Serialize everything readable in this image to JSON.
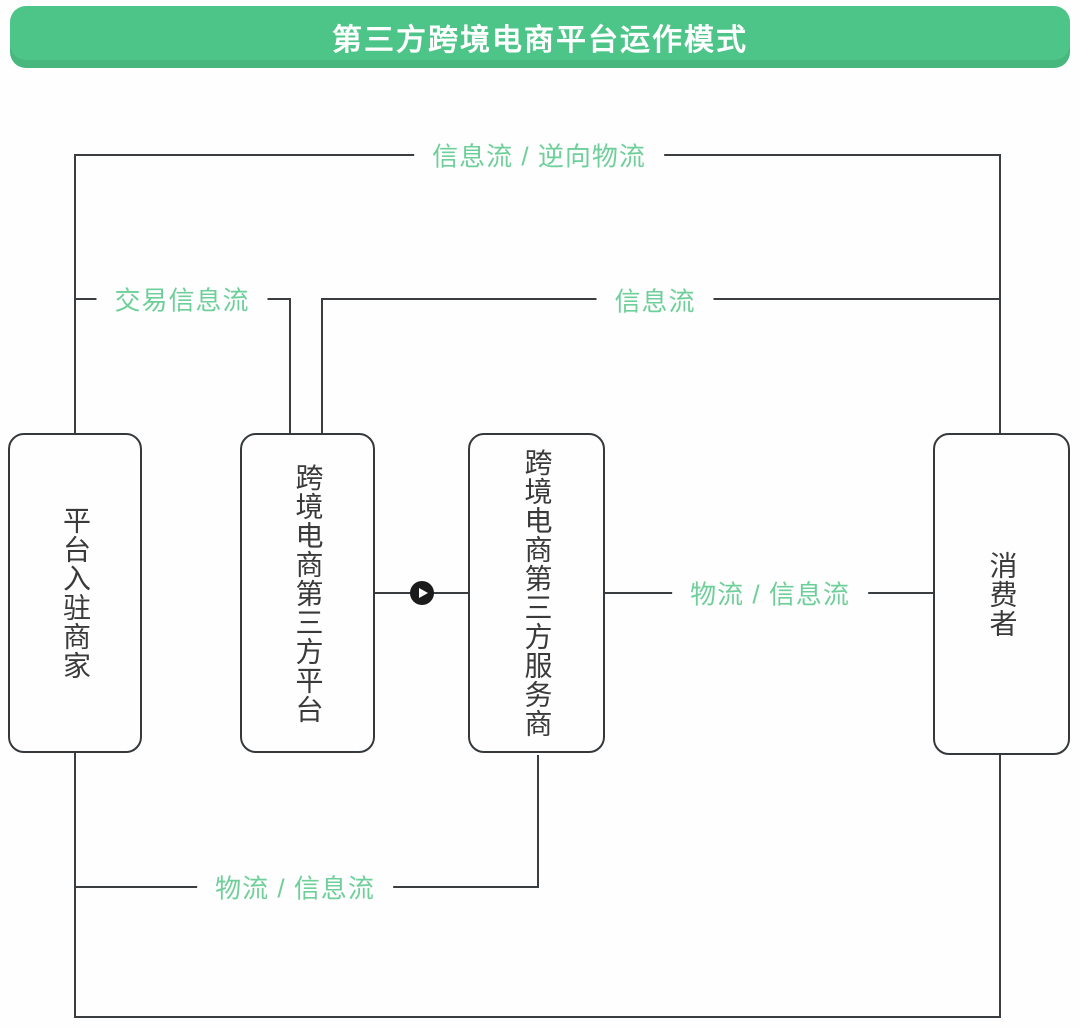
{
  "header": {
    "title": "第三方跨境电商平台运作模式"
  },
  "nodes": {
    "merchant": {
      "label": "平台入驻商家"
    },
    "platform": {
      "label": "跨境电商第三方平台"
    },
    "service": {
      "label": "跨境电商第三方服务商"
    },
    "consumer": {
      "label": "消费者"
    }
  },
  "edges": {
    "top_reverse": {
      "label": "信息流 / 逆向物流"
    },
    "transaction_info": {
      "label": "交易信息流"
    },
    "info": {
      "label": "信息流"
    },
    "logistics_right": {
      "label": "物流 / 信息流"
    },
    "logistics_bottom": {
      "label": "物流 / 信息流"
    }
  },
  "icons": {
    "arrow": "play-arrow-icon"
  },
  "colors": {
    "header_bg": "#4ec588",
    "label_green": "#6fcf9a",
    "line_gray": "#3a3e41",
    "node_border": "#35393c",
    "arrow_badge": "#1b1b1b"
  }
}
